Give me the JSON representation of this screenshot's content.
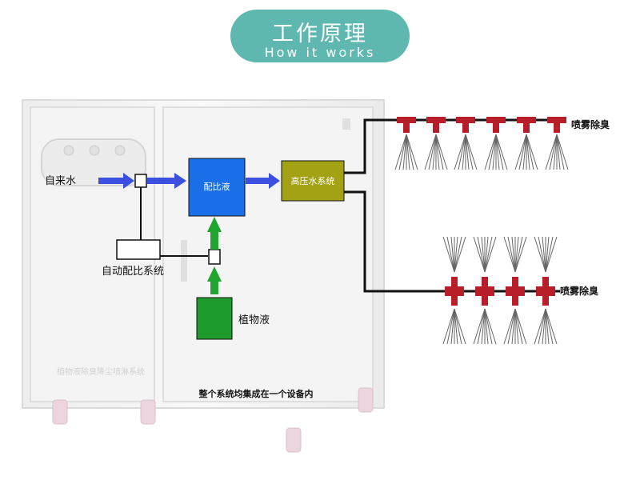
{
  "header": {
    "title_cn": "工作原理",
    "title_en": "How it works"
  },
  "machine": {
    "front_label": "植物液除臭降尘喷淋系统"
  },
  "nodes": {
    "tap_water": "自来水",
    "mixing_liquid": "配比液",
    "high_pressure": "高压水系统",
    "auto_ratio": "自动配比系统",
    "plant_liquid": "植物液"
  },
  "outputs": {
    "upper": "喷雾除臭",
    "lower": "喷雾除臭"
  },
  "caption": "整个系统均集成在一个设备内",
  "colors": {
    "title_bg": "#5fb8b0",
    "mixing_box": "#1a6fe8",
    "high_pressure_box": "#a3a214",
    "plant_box": "#1f9a2c",
    "blue_arrow": "#3b4fe0",
    "green_arrow": "#1fa52e",
    "nozzle": "#b81d2a"
  }
}
